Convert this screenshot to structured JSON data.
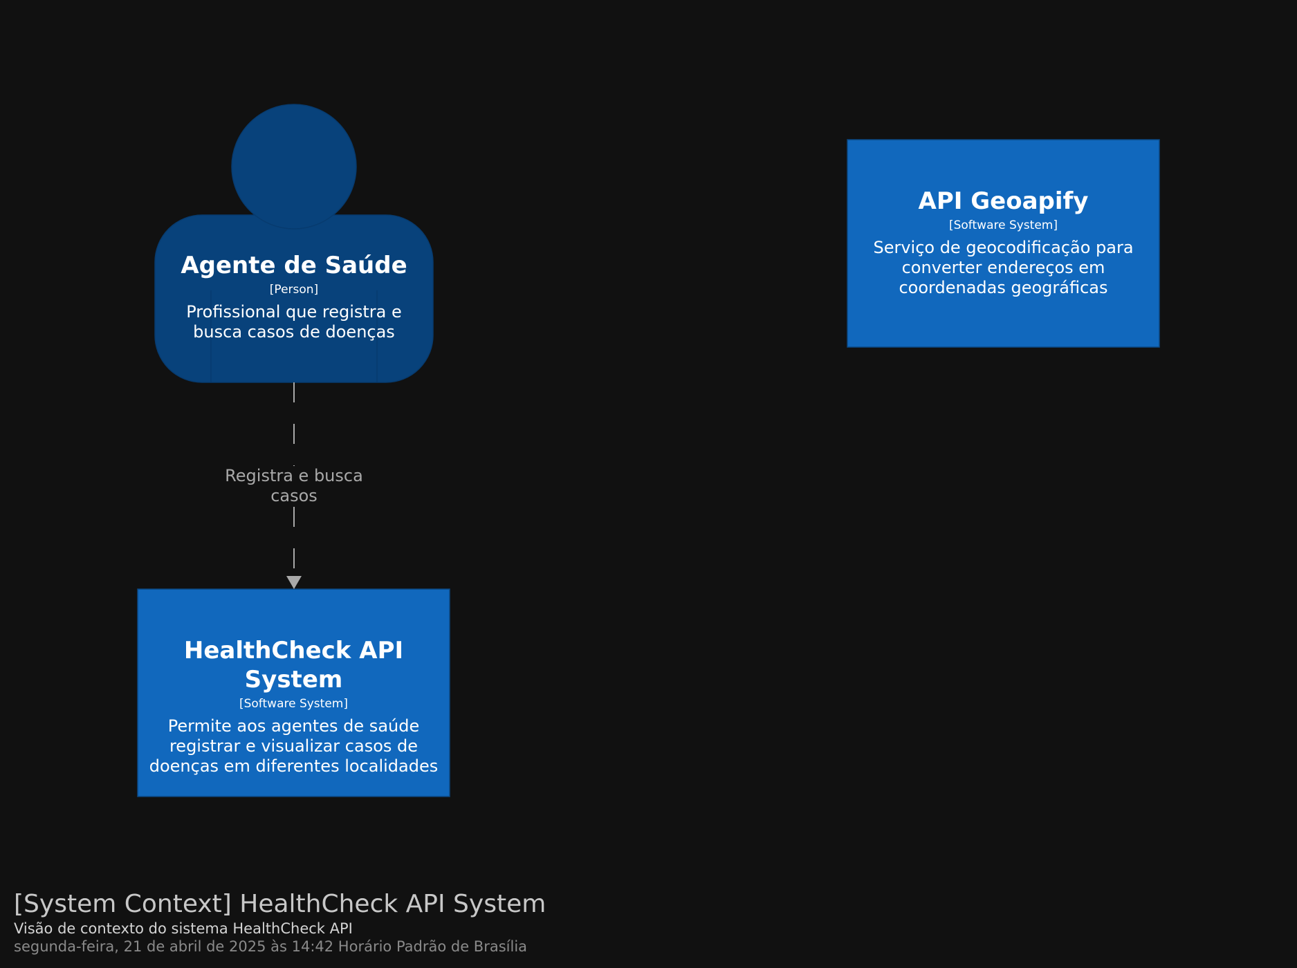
{
  "colors": {
    "background": "#111111",
    "person": "#08427b",
    "person_outline": "#073b6f",
    "software_system": "#1168bd",
    "software_system_outline": "#0b4884",
    "relationship": "#a9a9a9"
  },
  "elements": {
    "person": {
      "name": "Agente de Saúde",
      "type": "[Person]",
      "description": "Profissional que registra e busca casos de doenças",
      "icon": "person-shape"
    },
    "geoapify": {
      "name": "API Geoapify",
      "type": "[Software System]",
      "description": "Serviço de geocodificação para converter endereços em coordenadas geográficas"
    },
    "healthcheck": {
      "name": "HealthCheck API System",
      "type": "[Software System]",
      "description": "Permite aos agentes de saúde registrar e visualizar casos de doenças em diferentes localidades"
    }
  },
  "relationships": [
    {
      "from": "Agente de Saúde",
      "to": "HealthCheck API System",
      "label": "Registra e busca casos",
      "style": "dashed"
    }
  ],
  "footer": {
    "title": "[System Context] HealthCheck API System",
    "description": "Visão de contexto do sistema HealthCheck API",
    "date": "segunda-feira, 21 de abril de 2025 às 14:42 Horário Padrão de Brasília"
  }
}
